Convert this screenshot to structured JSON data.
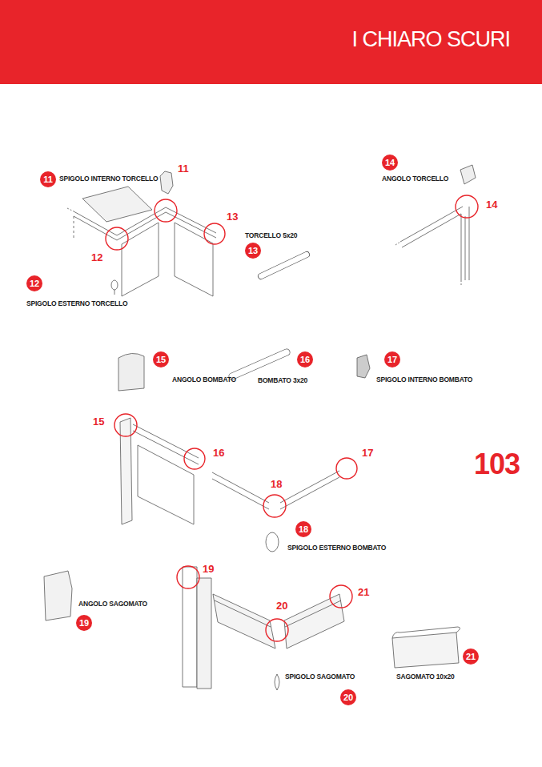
{
  "diagram": {
    "title": "I CHIARO SCURI",
    "nodes": [
      {
        "text": [
          "11"
        ]
      },
      {
        "text": [
          "12"
        ]
      },
      {
        "text": [
          "13"
        ]
      },
      {
        "text": [
          "14"
        ]
      },
      {
        "text": [
          "15"
        ]
      },
      {
        "text": [
          "16"
        ]
      },
      {
        "text": [
          "17"
        ]
      },
      {
        "text": [
          "18"
        ]
      },
      {
        "text": [
          "19"
        ]
      },
      {
        "text": [
          "20"
        ]
      },
      {
        "text": [
          "21"
        ]
      }
    ],
    "labels": [
      "11",
      "SPIGOLO INTERNO TORCELLO",
      "13",
      "12",
      "SPIGOLO ESTERNO TORCELLO",
      "TORCELLO 5x20",
      "ANGOLO TORCELLO",
      "14",
      "ANGOLO BOMBATO",
      "BOMBATO 3x20",
      "SPIGOLO INTERNO BOMBATO",
      "15",
      "16",
      "17",
      "18",
      "103",
      "SPIGOLO ESTERNO BOMBATO",
      "19",
      "ANGOLO SAGOMATO",
      "21",
      "20",
      "SPIGOLO SAGOMATO",
      "SAGOMATO 10x20"
    ]
  }
}
